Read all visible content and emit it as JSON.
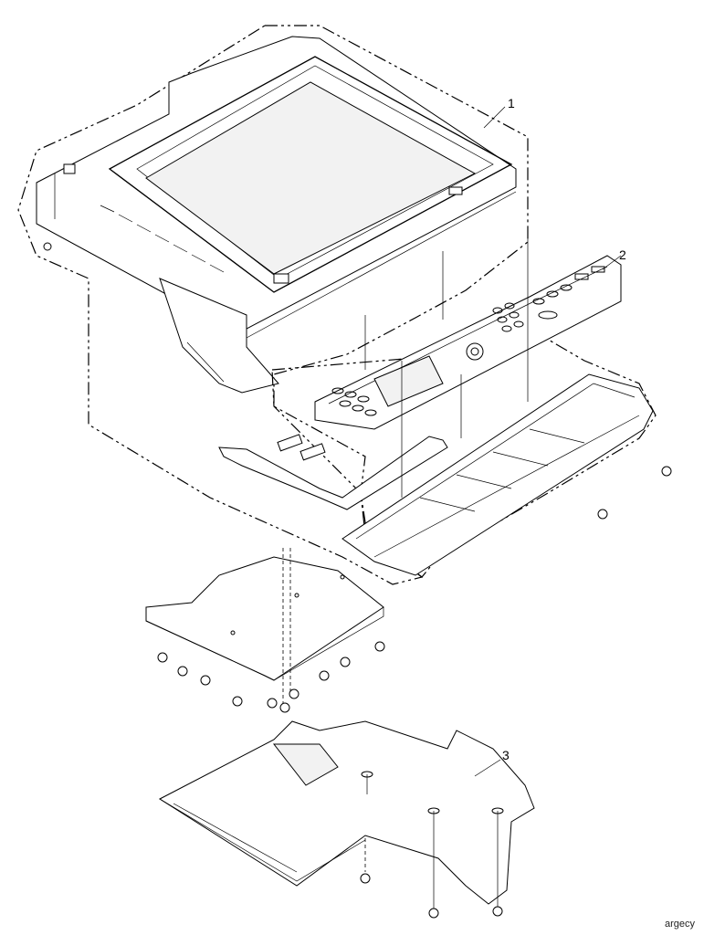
{
  "callouts": [
    {
      "id": "1",
      "text": "1"
    },
    {
      "id": "2",
      "text": "2"
    },
    {
      "id": "3",
      "text": "3"
    }
  ],
  "watermark": "argecy"
}
